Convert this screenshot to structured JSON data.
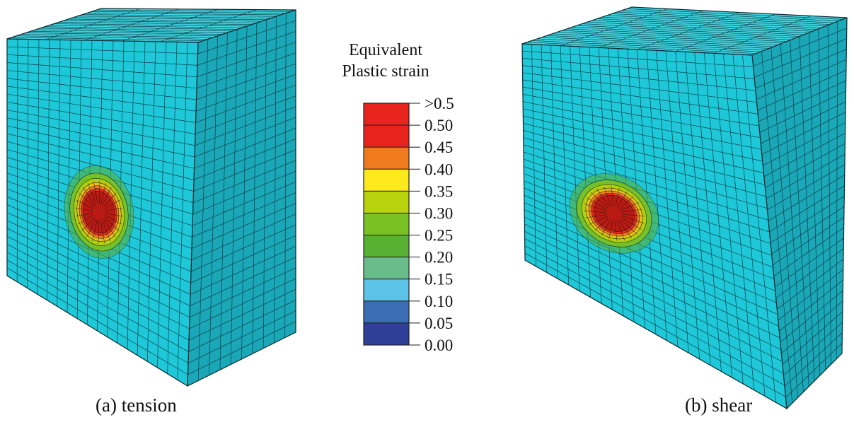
{
  "legend": {
    "title_line1": "Equivalent",
    "title_line2": "Plastic strain",
    "labels": [
      ">0.5",
      "0.50",
      "0.45",
      "0.40",
      "0.35",
      "0.30",
      "0.25",
      "0.20",
      "0.15",
      "0.10",
      "0.05",
      "0.00"
    ],
    "colors": [
      "#e8231e",
      "#e8231e",
      "#f07a1e",
      "#fde91c",
      "#b9d20e",
      "#7ac224",
      "#58b032",
      "#6abd8b",
      "#5cc3e6",
      "#3a6db3",
      "#2f3f98"
    ]
  },
  "panels": [
    {
      "caption": "(a) tension",
      "mesh_color": "#1ec8d8"
    },
    {
      "caption": "(b) shear",
      "mesh_color": "#1ec8d8"
    }
  ]
}
